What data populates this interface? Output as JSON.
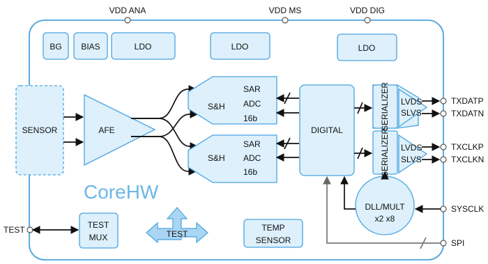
{
  "supplies": {
    "vdd_ana": "VDD ANA",
    "vdd_ms": "VDD MS",
    "vdd_dig": "VDD DIG"
  },
  "blocks": {
    "bg": "BG",
    "bias": "BIAS",
    "ldo_1": "LDO",
    "ldo_2": "LDO",
    "ldo_3": "LDO",
    "sensor": "SENSOR",
    "afe": "AFE",
    "sh_1": "S&H",
    "sh_2": "S&H",
    "adc_1": [
      "SAR",
      "ADC",
      "16b"
    ],
    "adc_2": [
      "SAR",
      "ADC",
      "16b"
    ],
    "digital": "DIGITAL",
    "serializer_1": "SERIALIZER",
    "serializer_2": "SERIALIZER",
    "lvds_1": [
      "LVDS",
      "SLVS"
    ],
    "lvds_2": [
      "LVDS",
      "SLVS"
    ],
    "dll": "DLL/MULT",
    "dll_sub": "x2 x8",
    "test_mux": [
      "TEST",
      "MUX"
    ],
    "temp_sensor": [
      "TEMP",
      "SENSOR"
    ],
    "test_arrow": "TEST"
  },
  "pins": {
    "txdatp": "TXDATP",
    "txdatn": "TXDATN",
    "txclkp": "TXCLKP",
    "txclkn": "TXCLKN",
    "sysclk": "SYSCLK",
    "spi": "SPI",
    "test": "TEST"
  },
  "logo": "CoreHW",
  "colors": {
    "block_fill": "#ddf0fb",
    "block_stroke": "#4aa3df",
    "chip_stroke": "#4aa3df",
    "logo": "#6cb6e6",
    "wire": "#111111"
  }
}
